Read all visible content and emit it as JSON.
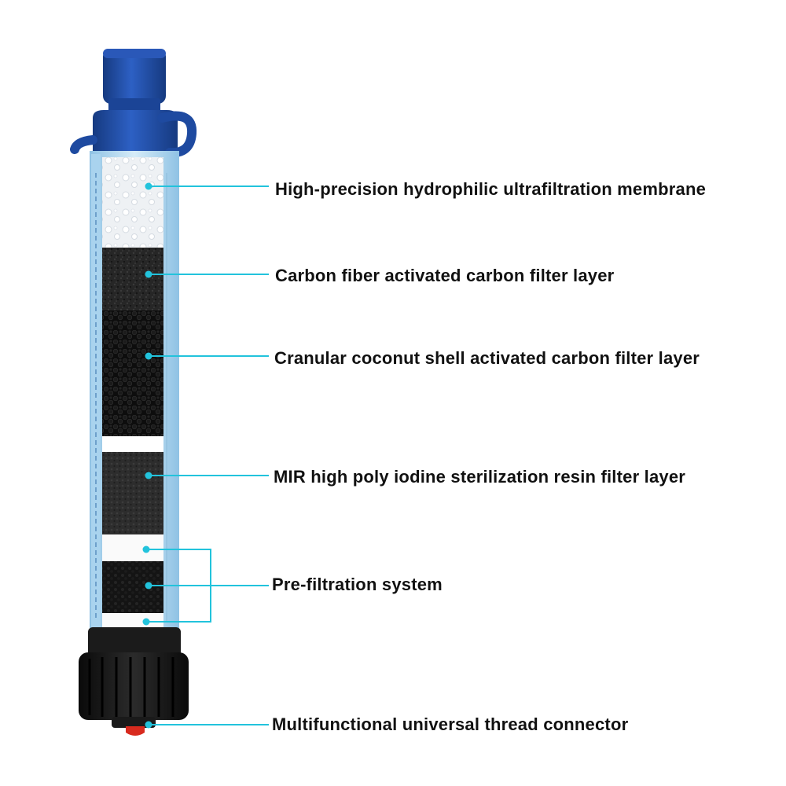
{
  "colors": {
    "leader_line": "#22c3dc",
    "cap_blue": "#1e4aa0",
    "cap_blue_dark": "#163a80",
    "tube": "#b8dcf2",
    "base_black": "#141414",
    "tip_red": "#d82a1e"
  },
  "labels": [
    {
      "text": "High-precision hydrophilic ultrafiltration membrane"
    },
    {
      "text": "Carbon fiber activated carbon filter layer"
    },
    {
      "text": "Cranular coconut shell activated carbon filter layer"
    },
    {
      "text": "MIR high poly iodine sterilization resin filter layer"
    },
    {
      "text": "Pre-filtration system"
    },
    {
      "text": "Multifunctional universal thread connector"
    }
  ]
}
